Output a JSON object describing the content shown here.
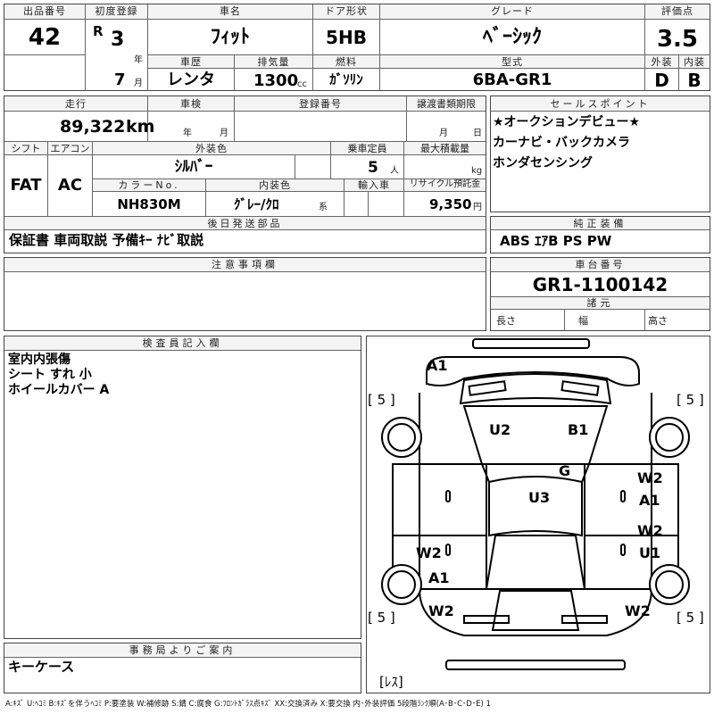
{
  "header": {
    "lot_no_label": "出品番号",
    "lot_no": "42",
    "first_reg_label": "初度登録",
    "era_mark": "R",
    "year_value": "3",
    "year_unit": "年",
    "month_value": "7",
    "month_unit": "月",
    "car_name_label": "車名",
    "car_name": "ﾌｨｯﾄ",
    "door_label": "ドア形状",
    "door": "5HB",
    "grade_label": "グレード",
    "grade": "ﾍﾞｰｼｯｸ",
    "score_label": "評価点",
    "score": "3.5",
    "history_label": "車歴",
    "history": "レンタ",
    "displacement_label": "排気量",
    "displacement": "1300",
    "displacement_unit": "cc",
    "fuel_label": "燃料",
    "fuel": "ｶﾞｿﾘﾝ",
    "model_label": "型式",
    "model": "6BA-GR1",
    "exterior_label": "外装",
    "exterior_grade": "D",
    "interior_label": "内装",
    "interior_grade": "B"
  },
  "details": {
    "mileage_label": "走行",
    "mileage": "89,322",
    "mileage_unit": "km",
    "inspection_label": "車検",
    "inspection_year_unit": "年",
    "inspection_month_unit": "月",
    "plate_label": "登録番号",
    "transfer_label": "譲渡書類期限",
    "transfer_month_unit": "月",
    "transfer_day_unit": "日",
    "shift_label": "シフト",
    "shift": "FAT",
    "ac_label": "エアコン",
    "ac": "AC",
    "exterior_color_label": "外装色",
    "exterior_color": "ｼﾙﾊﾞｰ",
    "capacity_label": "乗車定員",
    "capacity": "5",
    "capacity_unit": "人",
    "max_load_label": "最大積載量",
    "max_load_unit": "kg",
    "color_no_label": "カラーNo.",
    "color_no": "NH830M",
    "interior_color_label": "内装色",
    "interior_color": "ｸﾞﾚｰ/ｸﾛ",
    "interior_color_unit": "系",
    "import_label": "輸入車",
    "recycle_label": "リサイクル預託金",
    "recycle": "9,350",
    "recycle_unit": "円",
    "later_parts_label": "後日発送部品",
    "later_parts": "保証書 車両取説 予備ｷｰ ﾅﾋﾞ取説",
    "caution_label": "注意事項欄"
  },
  "sales": {
    "label": "セールスポイント",
    "points": [
      "★オークションデビュー★",
      "カーナビ・バックカメラ",
      "ホンダセンシング"
    ],
    "equipment_label": "純正装備",
    "equipment": "ABS ｴｱB PS PW",
    "chassis_label": "車台番号",
    "chassis": "GR1-1100142",
    "spec_label": "諸元",
    "length_label": "長さ",
    "width_label": "幅",
    "height_label": "高さ"
  },
  "inspector": {
    "label": "検査員記入欄",
    "notes": [
      "室内内張傷",
      "シート すれ 小",
      "ホイールカバー A"
    ]
  },
  "office": {
    "label": "事務局よりご案内",
    "note": "キーケース"
  },
  "diagram": {
    "tire_label_tl": "[ 5 ]",
    "tire_label_tr": "[ 5 ]",
    "tire_label_bl": "[ 5 ]",
    "tire_label_br": "[ 5 ]",
    "spare_label": "[ﾚｽ]",
    "marks": {
      "front_bumper": "A1",
      "windshield": "U2",
      "roof_front": "B1",
      "roof_mid": "G",
      "roof": "U3",
      "right_front_door_1": "W2",
      "right_front_door_2": "A1",
      "right_rear_door_1": "W2",
      "right_rear_door_2": "U1",
      "left_rear_door": "W2",
      "left_rear_fender": "A1",
      "left_rear_quarter": "W2",
      "right_rear_quarter": "W2"
    }
  },
  "legend": "A:ｷｽﾞ U:ﾍｺﾐ B:ｷｽﾞを伴うﾍｺﾐ P:要塗装 W:補修跡 S:錆 C:腐食 G:ﾌﾛﾝﾄｶﾞﾗｽ点ｷｽﾞ XX:交換済み X:要交換 内･外装評価 5段階ﾗﾝｸ順(A･B･C･D･E) 1"
}
